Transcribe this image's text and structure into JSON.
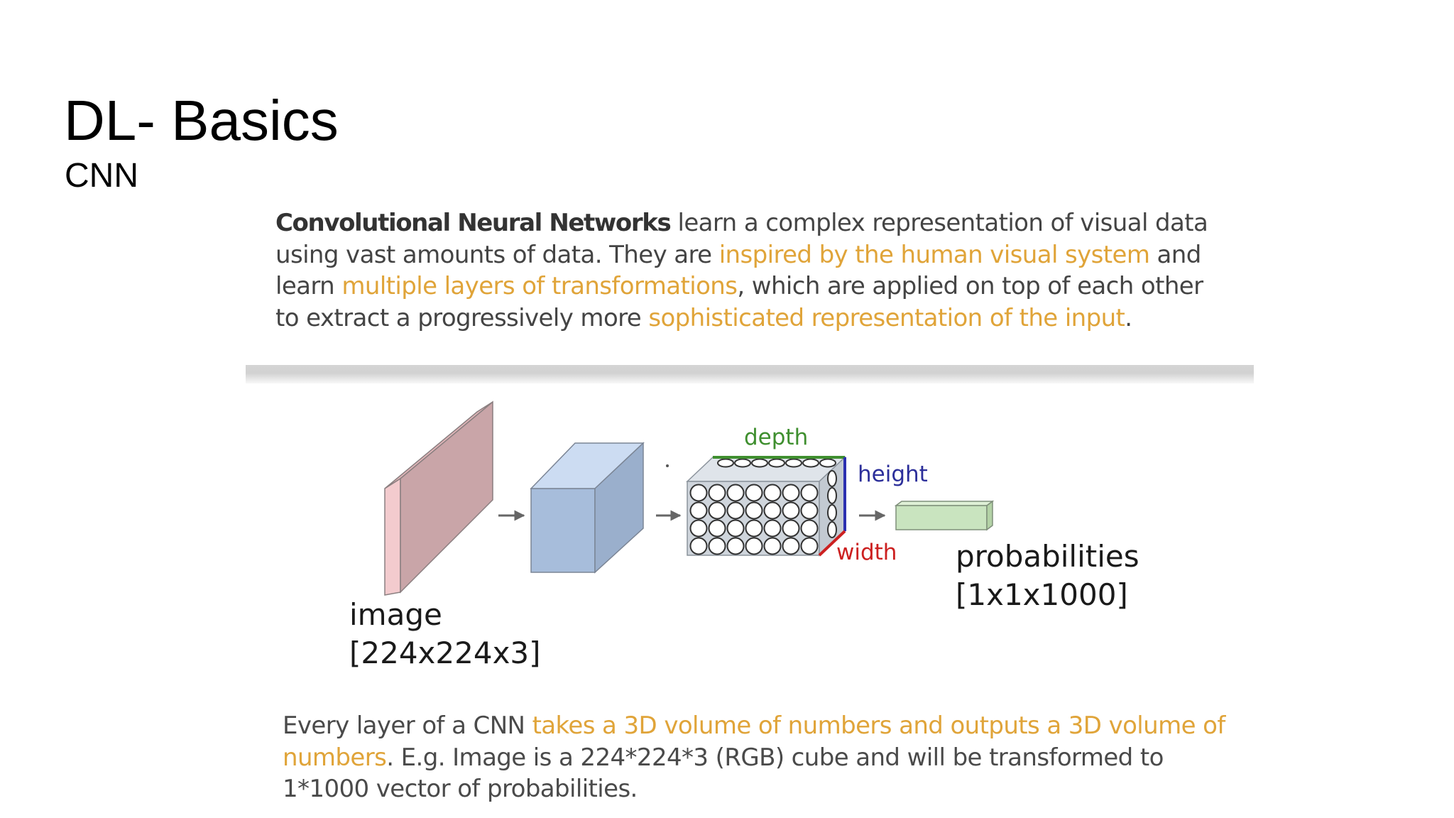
{
  "slide": {
    "title": "DL- Basics",
    "subtitle": "CNN"
  },
  "intro": {
    "lines": [
      [
        {
          "text": "Convolutional Neural Networks",
          "style": "strong"
        },
        {
          "text": " learn a complex representation of visual data",
          "style": "plain"
        }
      ],
      [
        {
          "text": "using vast amounts of data. They are ",
          "style": "plain"
        },
        {
          "text": "inspired by the human visual system",
          "style": "hl"
        },
        {
          "text": " and",
          "style": "plain"
        }
      ],
      [
        {
          "text": "learn ",
          "style": "plain"
        },
        {
          "text": "multiple layers of transformations",
          "style": "hl"
        },
        {
          "text": ", which are applied on top of each other",
          "style": "plain"
        }
      ],
      [
        {
          "text": "to extract a progressively more ",
          "style": "plain"
        },
        {
          "text": "sophisticated representation of the input",
          "style": "hl"
        },
        {
          "text": ".",
          "style": "plain"
        }
      ]
    ]
  },
  "diagram": {
    "labels": {
      "depth": "depth",
      "height": "height",
      "width": "width",
      "image_name": "image",
      "image_shape": "[224x224x3]",
      "output_name": "probabilities",
      "output_shape": "[1x1x1000]"
    },
    "colors": {
      "image_front": "#c9a5a8",
      "image_side": "#f0c8cb",
      "block_front": "#a7bddb",
      "block_side": "#ccdcf2",
      "prob_front": "#c9e4bf",
      "depth_label": "#3f8f2f",
      "height_label": "#2c2f9a",
      "width_label": "#cc2020",
      "highlight": "#e0a439"
    }
  },
  "outro": {
    "lines": [
      [
        {
          "text": "Every layer of a CNN ",
          "style": "plain"
        },
        {
          "text": "takes a 3D volume of numbers and outputs a 3D volume of",
          "style": "hl"
        }
      ],
      [
        {
          "text": "numbers",
          "style": "hl"
        },
        {
          "text": ". E.g. Image is a 224*224*3 (RGB) cube and will be transformed to",
          "style": "plain"
        }
      ],
      [
        {
          "text": "1*1000 vector of probabilities.",
          "style": "plain"
        }
      ]
    ]
  }
}
